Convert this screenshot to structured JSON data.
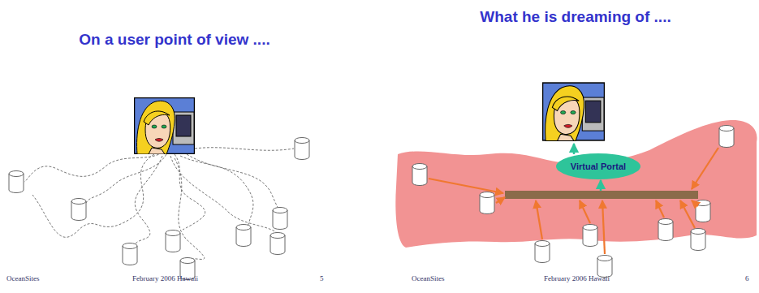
{
  "diagram": {
    "nodes": [
      {
        "text": [
          "Virtual Portal"
        ]
      }
    ],
    "labels": [
      "On a user point of view ....",
      "What he is dreaming of ....",
      "OceanSites",
      "February 2006 Hawaii",
      "5",
      "OceanSites",
      "February 2006 Hawaii",
      "6"
    ]
  }
}
